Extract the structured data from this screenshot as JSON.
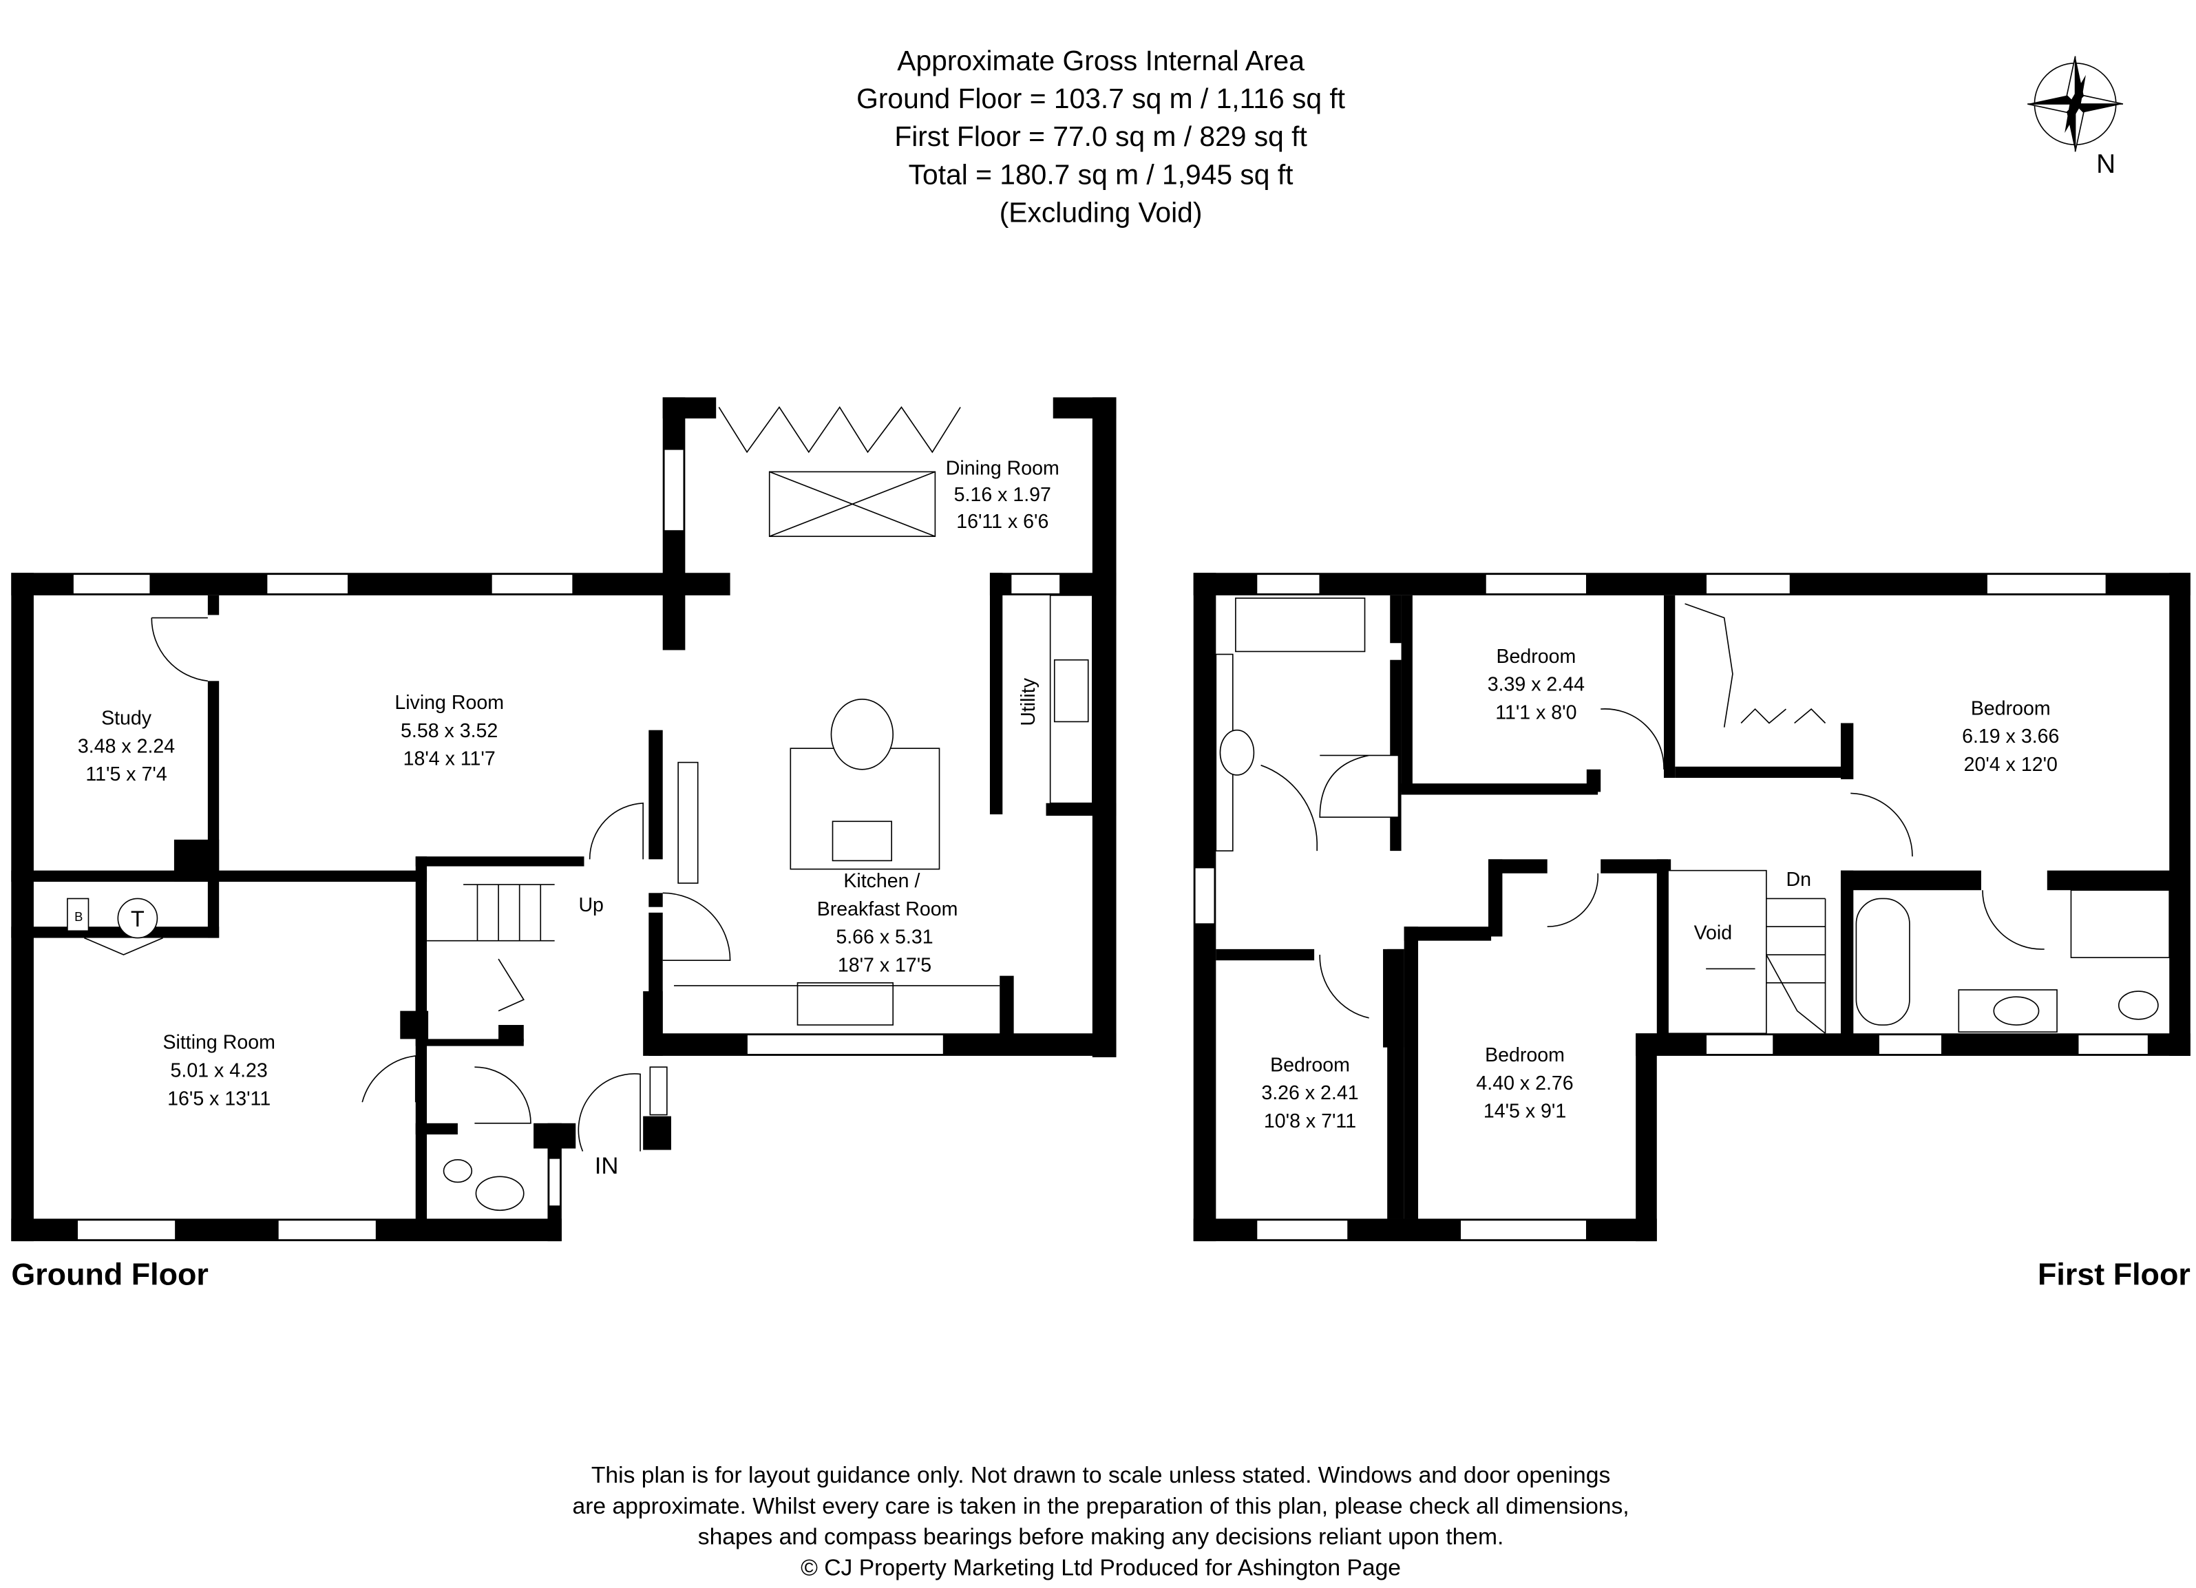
{
  "header": {
    "lines": [
      "Approximate Gross Internal Area",
      "Ground Floor = 103.7 sq m / 1,116 sq ft",
      "First Floor = 77.0 sq m / 829 sq ft",
      "Total = 180.7 sq m / 1,945 sq ft",
      "(Excluding Void)"
    ]
  },
  "compass": {
    "label": "N"
  },
  "ground_floor": {
    "title": "Ground Floor",
    "rooms": [
      {
        "name": "Study",
        "metric": "3.48 x 2.24",
        "imperial": "11'5 x 7'4"
      },
      {
        "name": "Living Room",
        "metric": "5.58 x 3.52",
        "imperial": "18'4 x 11'7"
      },
      {
        "name": "Dining Room",
        "metric": "5.16 x 1.97",
        "imperial": "16'11 x 6'6"
      },
      {
        "name": "Kitchen /",
        "name2": "Breakfast Room",
        "metric": "5.66 x 5.31",
        "imperial": "18'7 x 17'5"
      },
      {
        "name": "Sitting Room",
        "metric": "5.01 x 4.23",
        "imperial": "16'5 x 13'11"
      }
    ],
    "labels": {
      "utility": "Utility",
      "up": "Up",
      "in": "IN",
      "boiler": "B",
      "tank": "T"
    }
  },
  "first_floor": {
    "title": "First Floor",
    "rooms": [
      {
        "name": "Bedroom",
        "metric": "3.39 x 2.44",
        "imperial": "11'1 x 8'0"
      },
      {
        "name": "Bedroom",
        "metric": "6.19 x 3.66",
        "imperial": "20'4 x 12'0"
      },
      {
        "name": "Bedroom",
        "metric": "3.26 x 2.41",
        "imperial": "10'8 x 7'11"
      },
      {
        "name": "Bedroom",
        "metric": "4.40 x 2.76",
        "imperial": "14'5 x 9'1"
      }
    ],
    "labels": {
      "void": "Void",
      "down": "Dn"
    }
  },
  "footer": {
    "lines": [
      "This plan is for layout guidance only. Not drawn to scale unless stated. Windows and door openings",
      "are approximate. Whilst every care is taken in the preparation of this plan, please check all dimensions,",
      "shapes and compass bearings before making any decisions reliant upon them.",
      "© CJ Property Marketing Ltd Produced for Ashington Page"
    ]
  }
}
